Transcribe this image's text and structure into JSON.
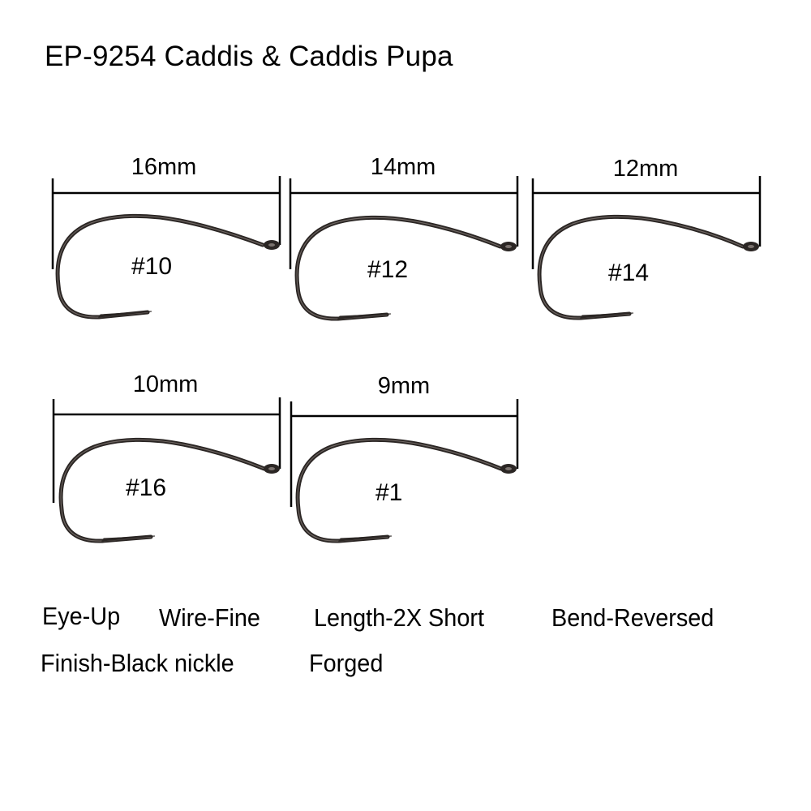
{
  "title": "EP-9254 Caddis & Caddis Pupa",
  "hooks": [
    {
      "dimension": "16mm",
      "size": "#10"
    },
    {
      "dimension": "14mm",
      "size": "#12"
    },
    {
      "dimension": "12mm",
      "size": "#14"
    },
    {
      "dimension": "10mm",
      "size": "#16"
    },
    {
      "dimension": "9mm",
      "size": "#1"
    }
  ],
  "specs": {
    "eye": "Eye-Up",
    "wire": "Wire-Fine",
    "length": "Length-2X Short",
    "bend": "Bend-Reversed",
    "finish": "Finish-Black nickle",
    "process": "Forged"
  },
  "colors": {
    "hook_metal": "#2b2624",
    "hook_highlight": "#6d6561",
    "dimension_line": "#000000",
    "background": "#ffffff"
  }
}
